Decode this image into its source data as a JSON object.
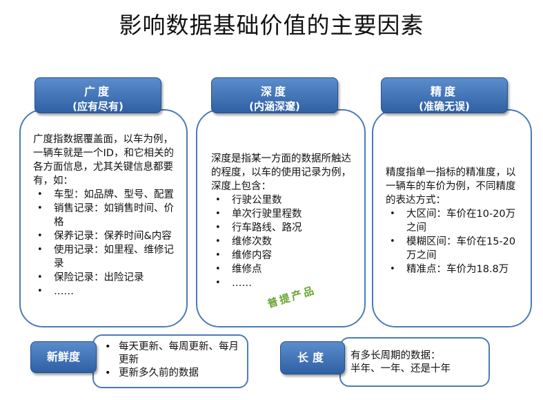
{
  "title": "影响数据基础价值的主要因素",
  "breadth": {
    "badge_line1": "广度",
    "badge_line2": "(应有尽有)",
    "intro": "广度指数据覆盖面，以车为例，一辆车就是一个ID，和它相关的各方面信息，尤其关键信息都要有，如：",
    "items": [
      "车型：如品牌、型号、配置",
      "销售记录：如销售时间、价格",
      "保养记录：保养时间&内容",
      "使用记录：如里程、维修记录",
      "保险记录：出险记录",
      "……"
    ]
  },
  "depth": {
    "badge_line1": "深度",
    "badge_line2": "(内涵深邃)",
    "intro": "深度是指某一方面的数据所触达的程度，以车的使用记录为例，深度上包含：",
    "items": [
      "行驶公里数",
      "单次行驶里程数",
      "行车路线、路况",
      "维修次数",
      "维修内容",
      "维修点",
      "……"
    ],
    "stamp": "普提产品"
  },
  "precision": {
    "badge_line1": "精度",
    "badge_line2": "(准确无误)",
    "intro": "精度指单一指标的精准度，以一辆车的车价为例，不同精度的表达方式：",
    "items": [
      "大区间：车价在10-20万之间",
      "模糊区间：车价在15-20万之间",
      "精准点：车价为18.8万"
    ]
  },
  "freshness": {
    "badge": "新鲜度",
    "items": [
      "每天更新、每周更新、每月更新",
      "更新多久前的数据"
    ]
  },
  "length": {
    "badge": "长度",
    "line1": "有多长周期的数据：",
    "line2": "半年、一年、还是十年"
  }
}
